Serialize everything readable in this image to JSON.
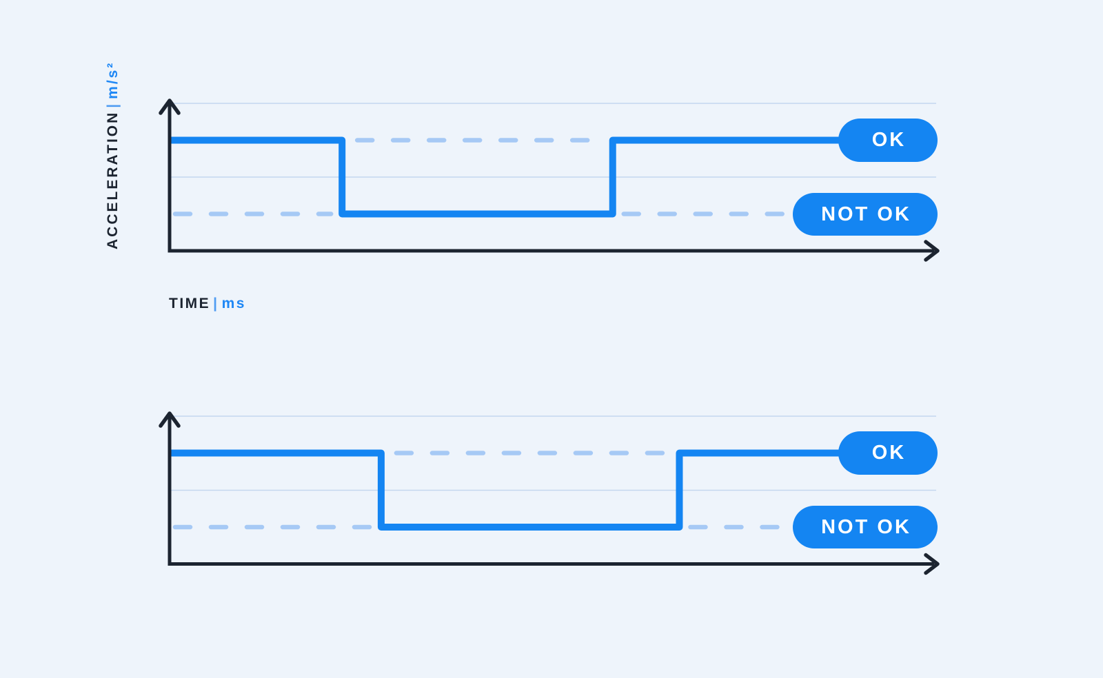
{
  "colors": {
    "background": "#eef4fb",
    "signal_blue": "#1485f2",
    "dashed_guide_blue": "#a6c9f5",
    "gridline_blue": "#c3d7ef",
    "axis_dark": "#1c2430",
    "pill_blue": "#1485f2",
    "pill_text": "#ffffff",
    "label_dark": "#1c2430",
    "label_blue": "#1e87f5",
    "separator_blue": "#4f9cf2"
  },
  "charts": [
    {
      "y_axis_label": {
        "text": "ACCELERATION",
        "separator": "|",
        "unit": "m/s²"
      },
      "x_axis_label": {
        "text": "TIME",
        "separator": "|",
        "unit": "ms"
      },
      "ok_pill": "OK",
      "not_ok_pill": "NOT OK"
    },
    {
      "ok_pill": "OK",
      "not_ok_pill": "NOT OK"
    }
  ],
  "chart_data": [
    {
      "type": "line",
      "subtype": "step-signal",
      "title": "",
      "ylabel": "ACCELERATION (m/s²)",
      "xlabel": "TIME (ms)",
      "y_levels": [
        "OK",
        "NOT OK"
      ],
      "grid": true,
      "legend": false,
      "series": [
        {
          "name": "acceleration-signal",
          "steps": [
            {
              "x_fraction": 0.0,
              "level": "OK"
            },
            {
              "x_fraction": 0.225,
              "level": "NOT OK"
            },
            {
              "x_fraction": 0.578,
              "level": "OK"
            },
            {
              "x_fraction": 1.0,
              "level": "OK"
            }
          ]
        }
      ],
      "guides": [
        {
          "level": "OK",
          "style": "dashed"
        },
        {
          "level": "NOT OK",
          "style": "dashed"
        }
      ],
      "annotations": [
        {
          "label": "OK",
          "level": "OK"
        },
        {
          "label": "NOT OK",
          "level": "NOT OK"
        }
      ]
    },
    {
      "type": "line",
      "subtype": "step-signal",
      "title": "",
      "ylabel": "",
      "xlabel": "",
      "y_levels": [
        "OK",
        "NOT OK"
      ],
      "grid": true,
      "legend": false,
      "series": [
        {
          "name": "acceleration-signal",
          "steps": [
            {
              "x_fraction": 0.0,
              "level": "OK"
            },
            {
              "x_fraction": 0.276,
              "level": "NOT OK"
            },
            {
              "x_fraction": 0.665,
              "level": "OK"
            },
            {
              "x_fraction": 1.0,
              "level": "OK"
            }
          ]
        }
      ],
      "guides": [
        {
          "level": "OK",
          "style": "dashed"
        },
        {
          "level": "NOT OK",
          "style": "dashed"
        }
      ],
      "annotations": [
        {
          "label": "OK",
          "level": "OK"
        },
        {
          "label": "NOT OK",
          "level": "NOT OK"
        }
      ]
    }
  ]
}
